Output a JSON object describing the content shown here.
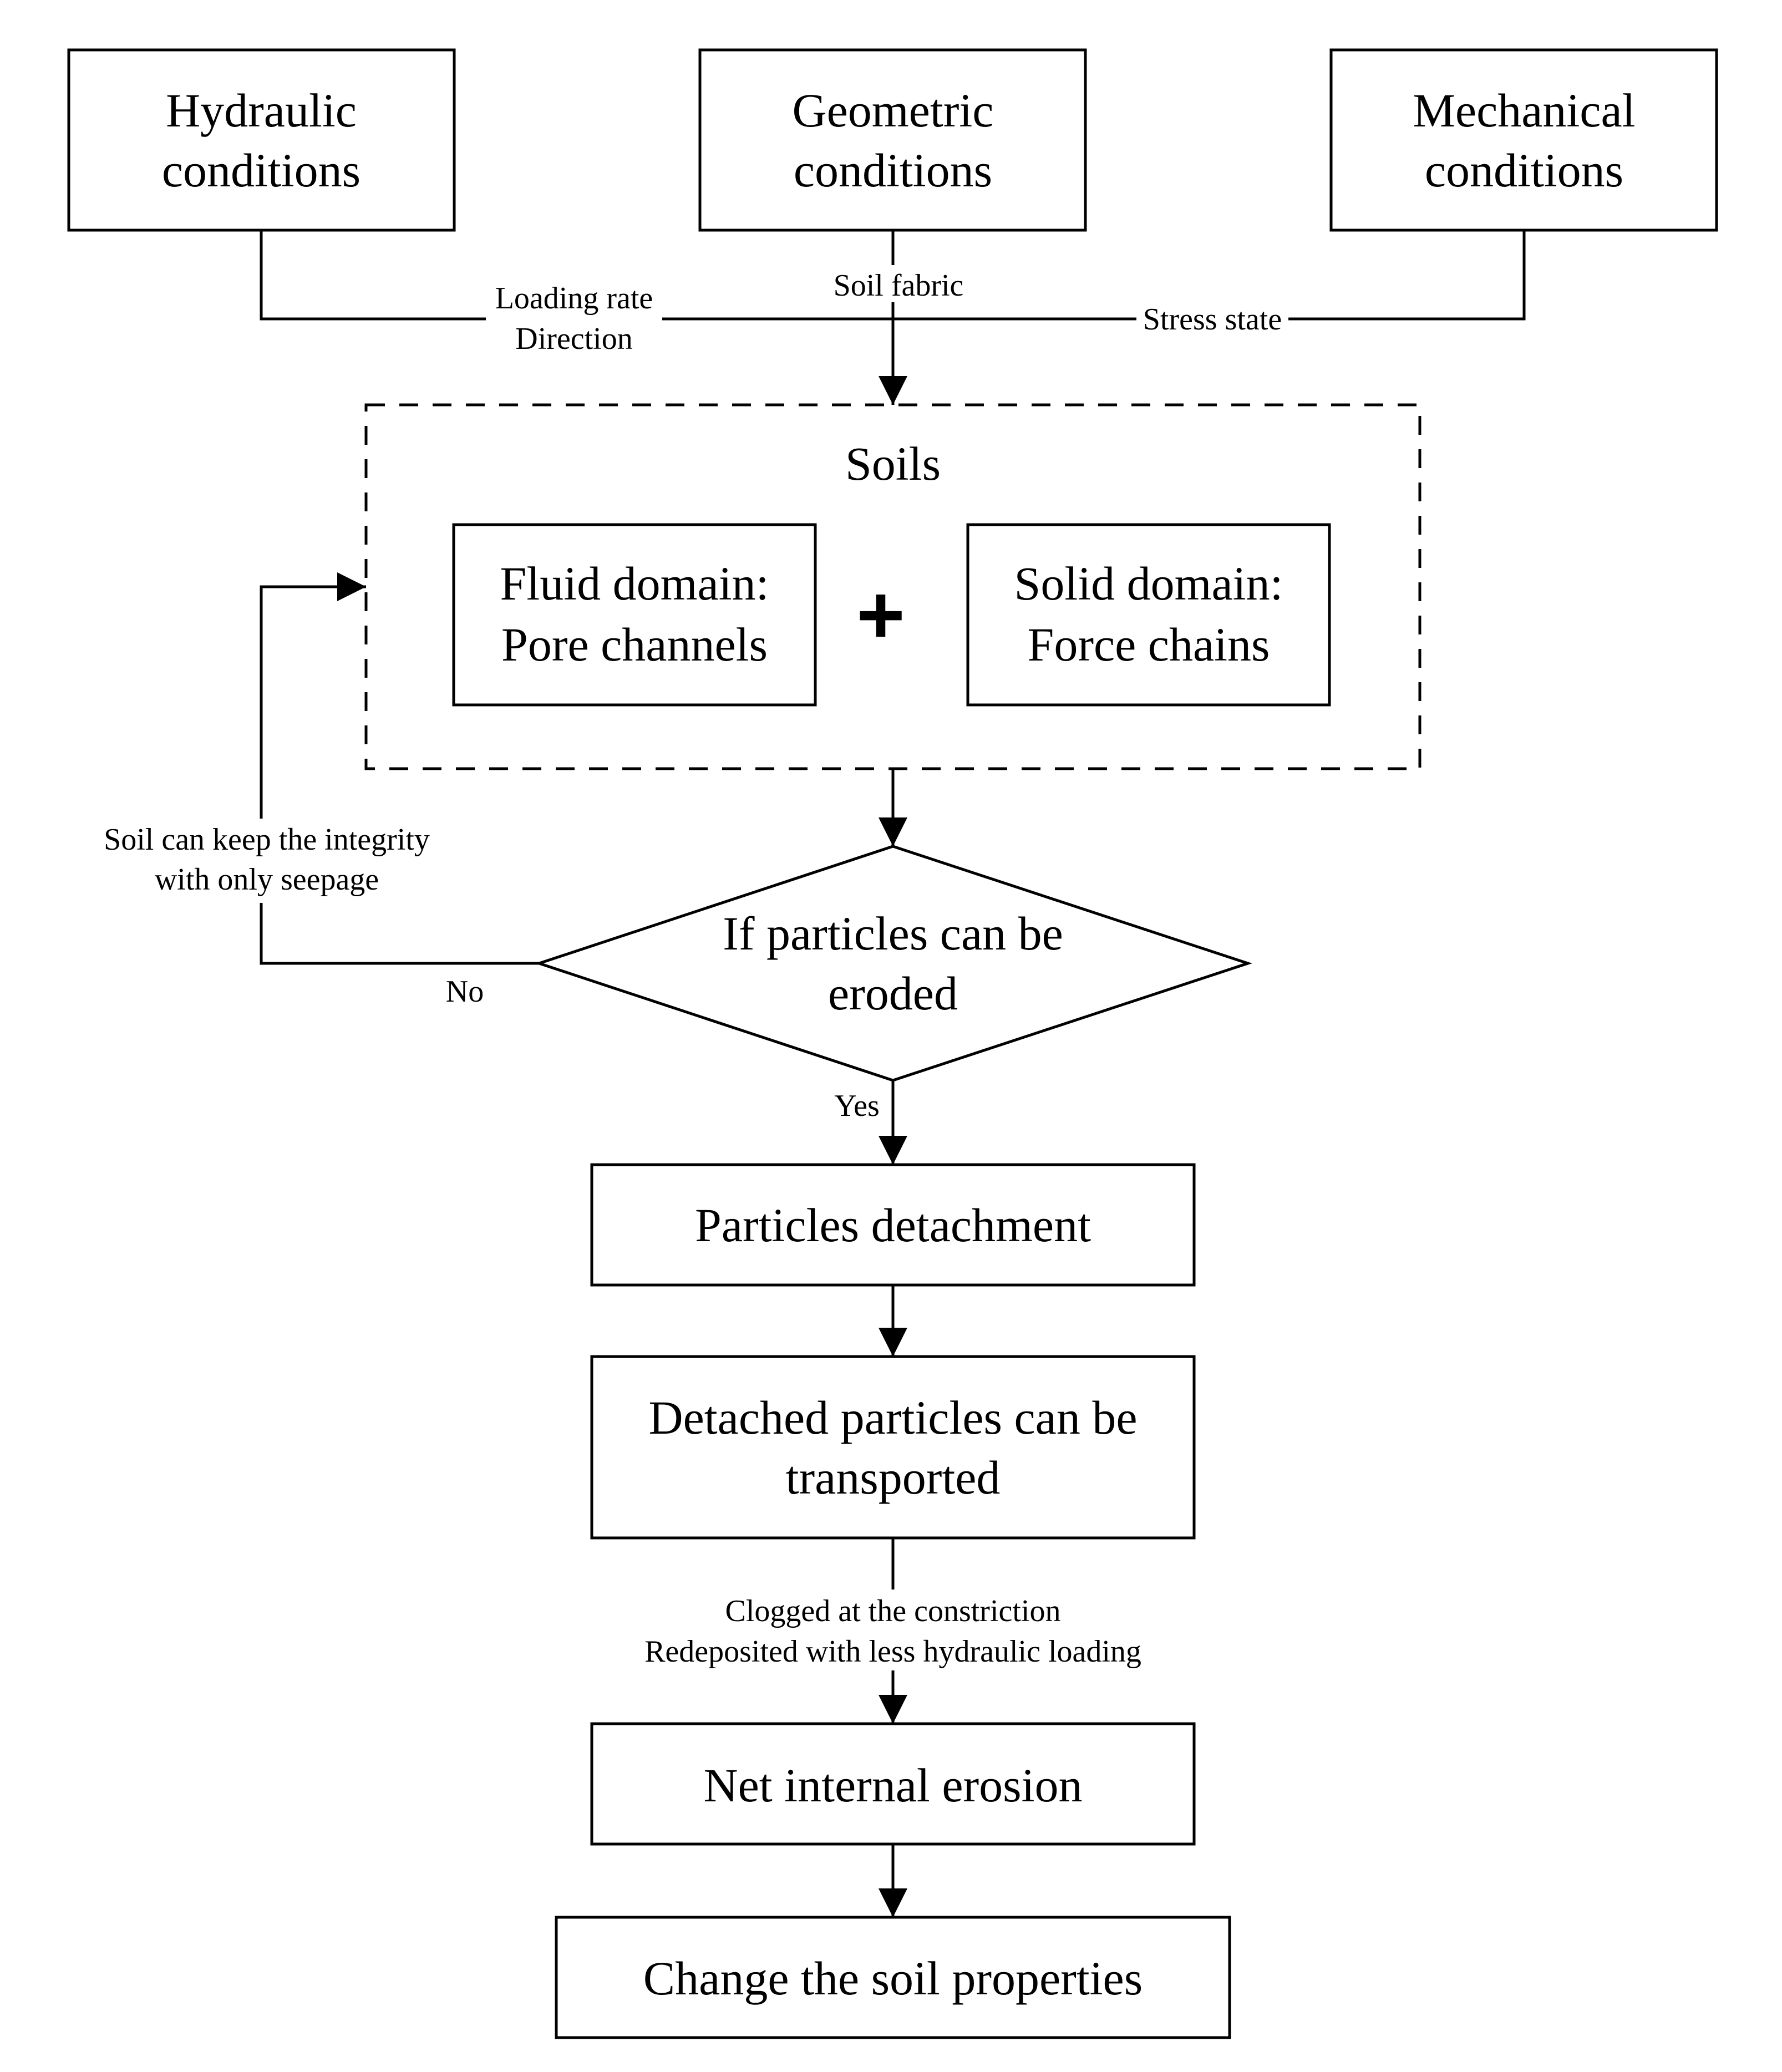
{
  "nodes": {
    "hydraulic": [
      "Hydraulic",
      "conditions"
    ],
    "geometric": [
      "Geometric",
      "conditions"
    ],
    "mechanical": [
      "Mechanical",
      "conditions"
    ],
    "soils": "Soils",
    "fluid": [
      "Fluid domain:",
      "Pore channels"
    ],
    "plus": "+",
    "solid": [
      "Solid domain:",
      "Force chains"
    ],
    "decision": [
      "If particles can be",
      "eroded"
    ],
    "detachment": "Particles detachment",
    "transported": [
      "Detached particles can be",
      "transported"
    ],
    "net_erosion": "Net internal erosion",
    "change": "Change the soil properties"
  },
  "labels": {
    "loading": [
      "Loading rate",
      "Direction"
    ],
    "soil_fabric": "Soil fabric",
    "stress_state": "Stress state",
    "integrity": [
      "Soil can keep the integrity",
      "with only seepage"
    ],
    "no": "No",
    "yes": "Yes",
    "clogged": [
      "Clogged at the constriction",
      "Redeposited with less hydraulic loading"
    ]
  }
}
